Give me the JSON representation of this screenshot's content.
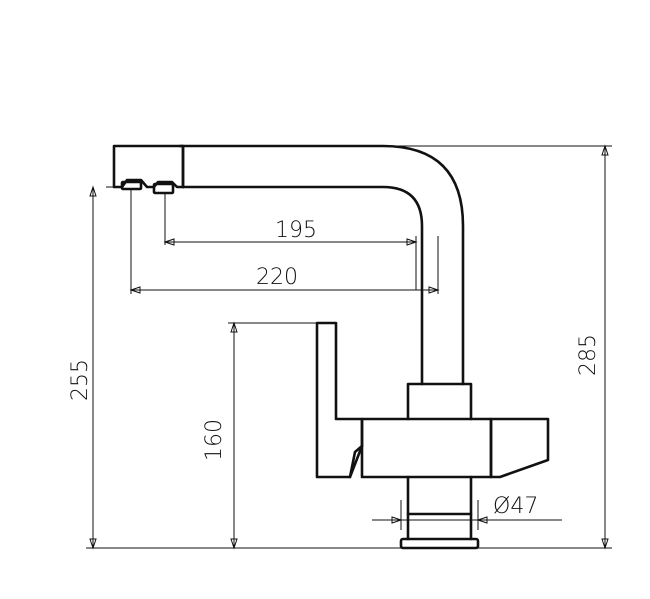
{
  "drawing": {
    "dimensions": {
      "reach_aerator": "195",
      "reach_filter_outlet": "220",
      "height_spout_outlet": "255",
      "height_handle": "160",
      "total_height": "285",
      "base_diameter": "Ø47"
    },
    "colors": {
      "line": "#111111",
      "background": "#ffffff"
    }
  }
}
